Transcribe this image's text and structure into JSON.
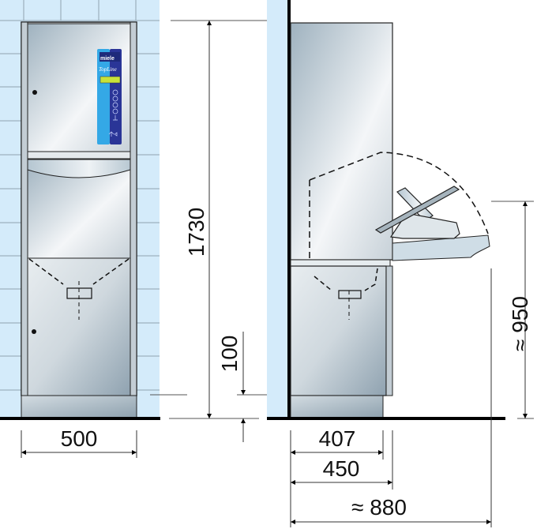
{
  "colors": {
    "wall": "#d4ebfa",
    "tile_line": "#8fa3b0",
    "panel_light": "#34a8e6",
    "panel_dark": "#2a3597",
    "display": "#c8e23a",
    "floor": "#000000"
  },
  "front_view": {
    "panel": {
      "brand_label": "miele",
      "series_label": "TopLine",
      "icons": [
        "program-icon-1",
        "program-icon-2",
        "program-icon-3",
        "program-icon-4",
        "program-icon-5",
        "arrow-keys-icon"
      ]
    }
  },
  "dimensions": {
    "width_front": "500",
    "height_total": "1730",
    "plinth_height": "100",
    "depth_body": "407",
    "depth_total": "450",
    "depth_door_open": "≈ 880",
    "height_door_open": "≈ 950"
  }
}
